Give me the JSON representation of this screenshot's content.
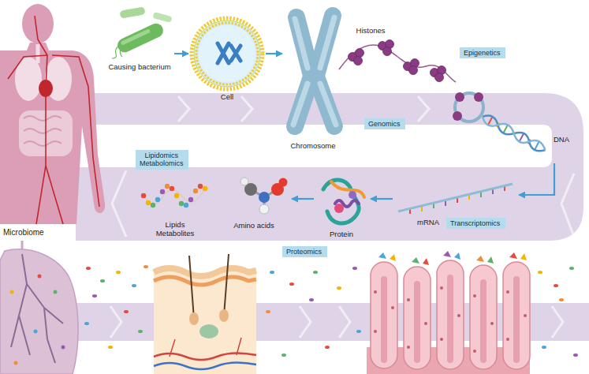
{
  "diagram": {
    "nodes": [
      {
        "text": [
          "Causing bacterium"
        ]
      },
      {
        "text": [
          "Cell"
        ]
      },
      {
        "text": [
          "Chromosome"
        ]
      },
      {
        "text": [
          "Epigenetics"
        ]
      },
      {
        "text": [
          "Genomics"
        ]
      },
      {
        "text": [
          "DNA"
        ]
      },
      {
        "text": [
          "Lipidomics Metabolomics"
        ]
      },
      {
        "text": [
          "mRNA"
        ]
      },
      {
        "text": [
          "Protein"
        ]
      },
      {
        "text": [
          "Amino acids"
        ]
      },
      {
        "text": [
          "Transcriptomics"
        ]
      },
      {
        "text": [
          "Proteomics"
        ]
      }
    ],
    "edges": [
      {
        "from": 0,
        "to": 1,
        "arrow": "to"
      },
      {
        "from": 1,
        "to": 2,
        "arrow": "to"
      },
      {
        "from": 5,
        "to": 7,
        "arrow": "to"
      },
      {
        "from": 7,
        "to": 8,
        "arrow": "to"
      },
      {
        "from": 8,
        "to": 9,
        "arrow": "to"
      }
    ],
    "labels": [
      "Histones",
      "Lipids Metabolites",
      "Microbiome"
    ]
  }
}
